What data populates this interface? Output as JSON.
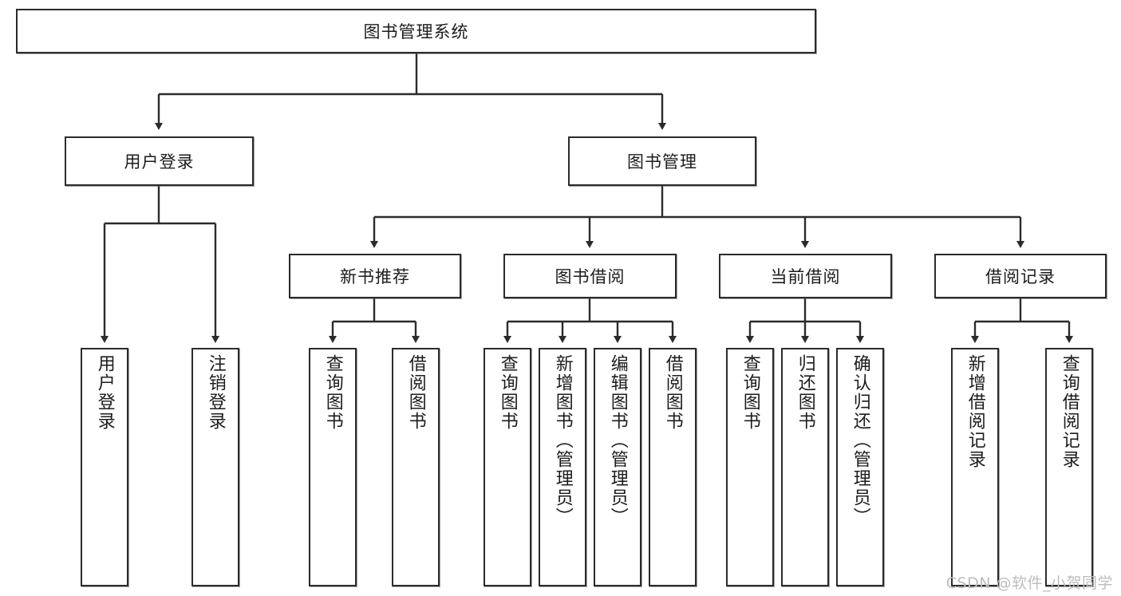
{
  "diagram": {
    "title": "图书管理系统",
    "type": "tree",
    "colors": {
      "node_border": "#2b2b2b",
      "node_fill": "#ffffff",
      "connector": "#2b2b2b",
      "text": "#1c1c1c",
      "watermark": "#bdbdbd"
    },
    "root": {
      "label": "图书管理系统",
      "orientation": "horizontal"
    },
    "level2": [
      {
        "label": "用户登录",
        "orientation": "horizontal"
      },
      {
        "label": "图书管理",
        "orientation": "horizontal"
      }
    ],
    "level3": [
      {
        "label": "新书推荐",
        "orientation": "horizontal",
        "parent": "图书管理"
      },
      {
        "label": "图书借阅",
        "orientation": "horizontal",
        "parent": "图书管理"
      },
      {
        "label": "当前借阅",
        "orientation": "horizontal",
        "parent": "图书管理"
      },
      {
        "label": "借阅记录",
        "orientation": "horizontal",
        "parent": "图书管理"
      }
    ],
    "leaves": [
      {
        "label": "用户登录",
        "orientation": "vertical",
        "parent": "用户登录"
      },
      {
        "label": "注销登录",
        "orientation": "vertical",
        "parent": "用户登录"
      },
      {
        "label": "查询图书",
        "orientation": "vertical",
        "parent": "新书推荐"
      },
      {
        "label": "借阅图书",
        "orientation": "vertical",
        "parent": "新书推荐"
      },
      {
        "label": "查询图书",
        "orientation": "vertical",
        "parent": "图书借阅"
      },
      {
        "label": "新增图书（管理员）",
        "orientation": "vertical",
        "parent": "图书借阅"
      },
      {
        "label": "编辑图书（管理员）",
        "orientation": "vertical",
        "parent": "图书借阅"
      },
      {
        "label": "借阅图书",
        "orientation": "vertical",
        "parent": "图书借阅"
      },
      {
        "label": "查询图书",
        "orientation": "vertical",
        "parent": "当前借阅"
      },
      {
        "label": "归还图书",
        "orientation": "vertical",
        "parent": "当前借阅"
      },
      {
        "label": "确认归还（管理员）",
        "orientation": "vertical",
        "parent": "当前借阅"
      },
      {
        "label": "新增借阅记录",
        "orientation": "vertical",
        "parent": "借阅记录"
      },
      {
        "label": "查询借阅记录",
        "orientation": "vertical",
        "parent": "借阅记录"
      }
    ],
    "watermark": "CSDN @软件_小贺同学"
  }
}
